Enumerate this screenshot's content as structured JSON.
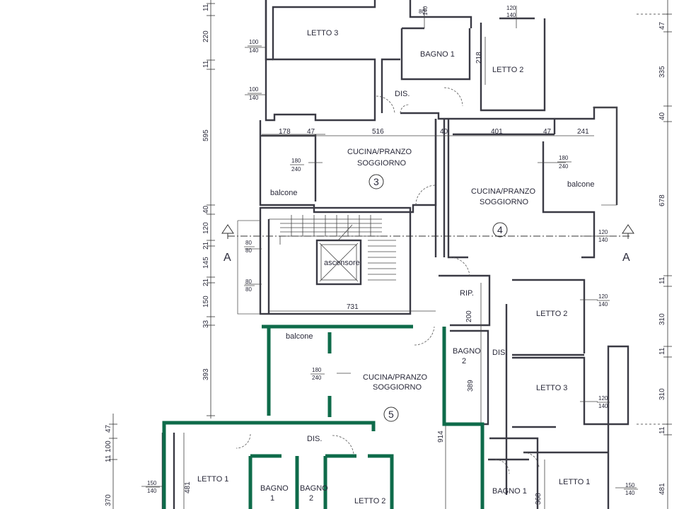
{
  "rooms": [
    {
      "id": "letto-3-top",
      "label": "LETTO 3"
    },
    {
      "id": "bagno-1-top",
      "label": "BAGNO  1"
    },
    {
      "id": "letto-2-top",
      "label": "LETTO  2"
    },
    {
      "id": "dis-top",
      "label": "DIS."
    },
    {
      "id": "cucina-3-l1",
      "label": "CUCINA/PRANZO"
    },
    {
      "id": "cucina-3-l2",
      "label": "SOGGIORNO"
    },
    {
      "id": "balcone-3",
      "label": "balcone"
    },
    {
      "id": "cucina-4-l1",
      "label": "CUCINA/PRANZO"
    },
    {
      "id": "cucina-4-l2",
      "label": "SOGGIORNO"
    },
    {
      "id": "balcone-4",
      "label": "balcone"
    },
    {
      "id": "ascensore",
      "label": "ascensore"
    },
    {
      "id": "rip",
      "label": "RIP."
    },
    {
      "id": "letto-2-mid",
      "label": "LETTO  2"
    },
    {
      "id": "bagno-2-mid-l1",
      "label": "BAGNO"
    },
    {
      "id": "bagno-2-mid-l2",
      "label": "2"
    },
    {
      "id": "dis-mid",
      "label": "DIS."
    },
    {
      "id": "letto-3-mid",
      "label": "LETTO  3"
    },
    {
      "id": "balcone-5",
      "label": "balcone"
    },
    {
      "id": "cucina-5-l1",
      "label": "CUCINA/PRANZO"
    },
    {
      "id": "cucina-5-l2",
      "label": "SOGGIORNO"
    },
    {
      "id": "dis-bottom",
      "label": "DIS."
    },
    {
      "id": "letto-1-bl",
      "label": "LETTO  1"
    },
    {
      "id": "bagno-1-bot-l1",
      "label": "BAGNO"
    },
    {
      "id": "bagno-1-bot-l2",
      "label": "1"
    },
    {
      "id": "bagno-2-bot-l1",
      "label": "BAGNO"
    },
    {
      "id": "bagno-2-bot-l2",
      "label": "2"
    },
    {
      "id": "letto-2-bot",
      "label": "LETTO  2"
    },
    {
      "id": "bagno-1-br",
      "label": "BAGNO  1"
    },
    {
      "id": "letto-1-br",
      "label": "LETTO  1"
    }
  ],
  "units": [
    "3",
    "4",
    "5"
  ],
  "section_marks": [
    "A",
    "A"
  ],
  "windows": [
    {
      "top": "80",
      "bottom": "140"
    },
    {
      "top": "120",
      "bottom": "140"
    },
    {
      "top": "100",
      "bottom": "140"
    },
    {
      "top": "100",
      "bottom": "140"
    },
    {
      "top": "180",
      "bottom": "240"
    },
    {
      "top": "180",
      "bottom": "240"
    },
    {
      "top": "80",
      "bottom": "80"
    },
    {
      "top": "80",
      "bottom": "80"
    },
    {
      "top": "120",
      "bottom": "140"
    },
    {
      "top": "120",
      "bottom": "140"
    },
    {
      "top": "120",
      "bottom": "140"
    },
    {
      "top": "180",
      "bottom": "240"
    },
    {
      "top": "150",
      "bottom": "140"
    },
    {
      "top": "150",
      "bottom": "140"
    }
  ],
  "dimensions": [
    "178",
    "47",
    "516",
    "40",
    "401",
    "47",
    "241",
    "218",
    "731",
    "200",
    "389",
    "914",
    "481",
    "368"
  ],
  "left_dims": [
    "11",
    "220",
    "11",
    "595",
    "40",
    "120",
    "21",
    "145",
    "21",
    "150",
    "33",
    "393"
  ],
  "left_dims_bottom": [
    "47",
    "100",
    "11",
    "370"
  ],
  "right_dims": [
    "47",
    "335",
    "40",
    "678",
    "11",
    "310",
    "11",
    "310",
    "11",
    "481"
  ]
}
